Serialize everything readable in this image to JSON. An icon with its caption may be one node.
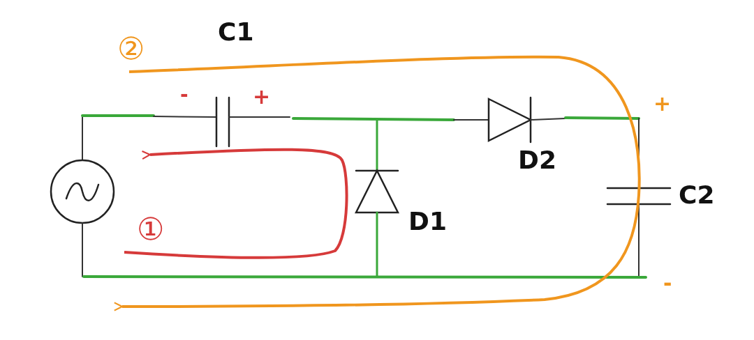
{
  "diagram": {
    "labels": [
      "C1",
      "②",
      "-",
      "+",
      "+",
      "D2",
      "C2",
      "D1",
      "①",
      "-"
    ]
  }
}
